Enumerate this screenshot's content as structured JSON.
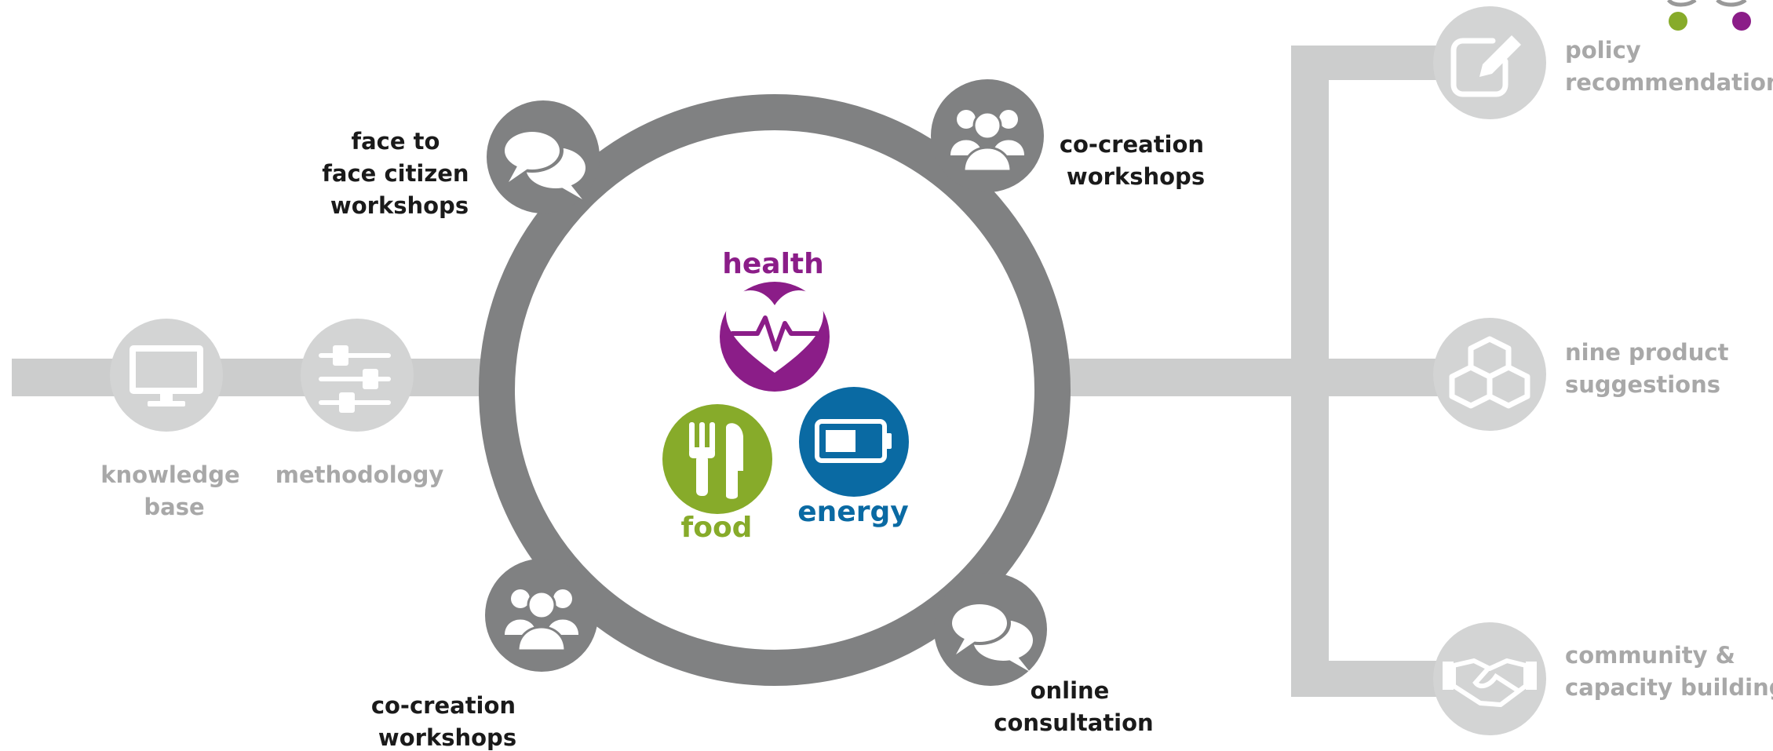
{
  "colors": {
    "ring": "#808182",
    "connector": "#cccdcd",
    "faded_icon": "#d3d4d4",
    "health": "#8b1d88",
    "food": "#87ab2a",
    "energy": "#0a6aa3",
    "label_dark": "#1a1a1a",
    "label_faded": "#a8a8a8",
    "brand_dot_green": "#87ab2a",
    "brand_dot_purple": "#8b1d88"
  },
  "center_themes": {
    "health": "health",
    "food": "food",
    "energy": "energy"
  },
  "ring_nodes": {
    "face_to_face": {
      "icon": "speech-bubbles-icon",
      "lines": [
        "face to",
        "face citizen",
        "workshops"
      ]
    },
    "cocreation_top": {
      "icon": "people-group-icon",
      "lines": [
        "co-creation",
        "workshops"
      ]
    },
    "cocreation_bottom": {
      "icon": "people-group-icon",
      "lines": [
        "co-creation",
        "workshops"
      ]
    },
    "online": {
      "icon": "speech-bubbles-icon",
      "lines": [
        "online",
        "consultation"
      ]
    }
  },
  "inputs": {
    "knowledge_base": {
      "icon": "monitor-icon",
      "lines": [
        "knowledge",
        "base"
      ]
    },
    "methodology": {
      "icon": "sliders-icon",
      "lines": [
        "methodology"
      ]
    }
  },
  "outputs": {
    "policy": {
      "icon": "pencil-edit-icon",
      "lines": [
        "policy",
        "recommendations"
      ]
    },
    "products": {
      "icon": "cubes-icon",
      "lines": [
        "nine product",
        "suggestions"
      ]
    },
    "community": {
      "icon": "handshake-icon",
      "lines": [
        "community &",
        "capacity building"
      ]
    }
  }
}
